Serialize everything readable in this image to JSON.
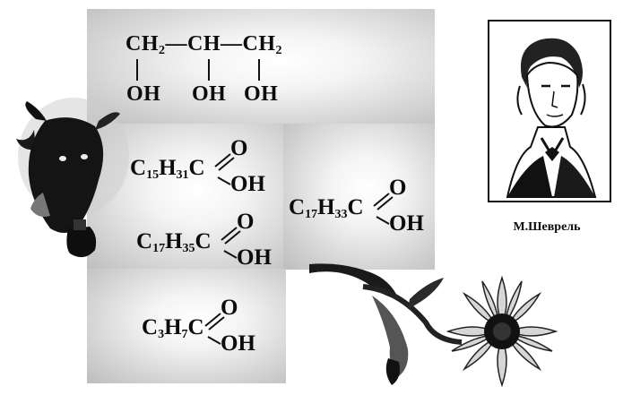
{
  "glycerol": {
    "top_row": [
      "CH",
      "2",
      "—CH—",
      "CH",
      "2"
    ],
    "oh1": "OH",
    "oh2": "OH",
    "oh3": "OH"
  },
  "acids": [
    {
      "sym": "C",
      "n1": "15",
      "h": "H",
      "n2": "31",
      "c": "C",
      "o": "O",
      "oh": "OH"
    },
    {
      "sym": "C",
      "n1": "17",
      "h": "H",
      "n2": "35",
      "c": "C",
      "o": "O",
      "oh": "OH"
    },
    {
      "sym": "C",
      "n1": "3",
      "h": "H",
      "n2": "7",
      "c": "C",
      "o": "O",
      "oh": "OH"
    },
    {
      "sym": "C",
      "n1": "17",
      "h": "H",
      "n2": "33",
      "c": "C",
      "o": "O",
      "oh": "OH"
    }
  ],
  "portrait_caption": "М.Шеврель",
  "icons": [
    "cow-head-illustration",
    "sunflower-illustration",
    "chevreul-portrait"
  ]
}
